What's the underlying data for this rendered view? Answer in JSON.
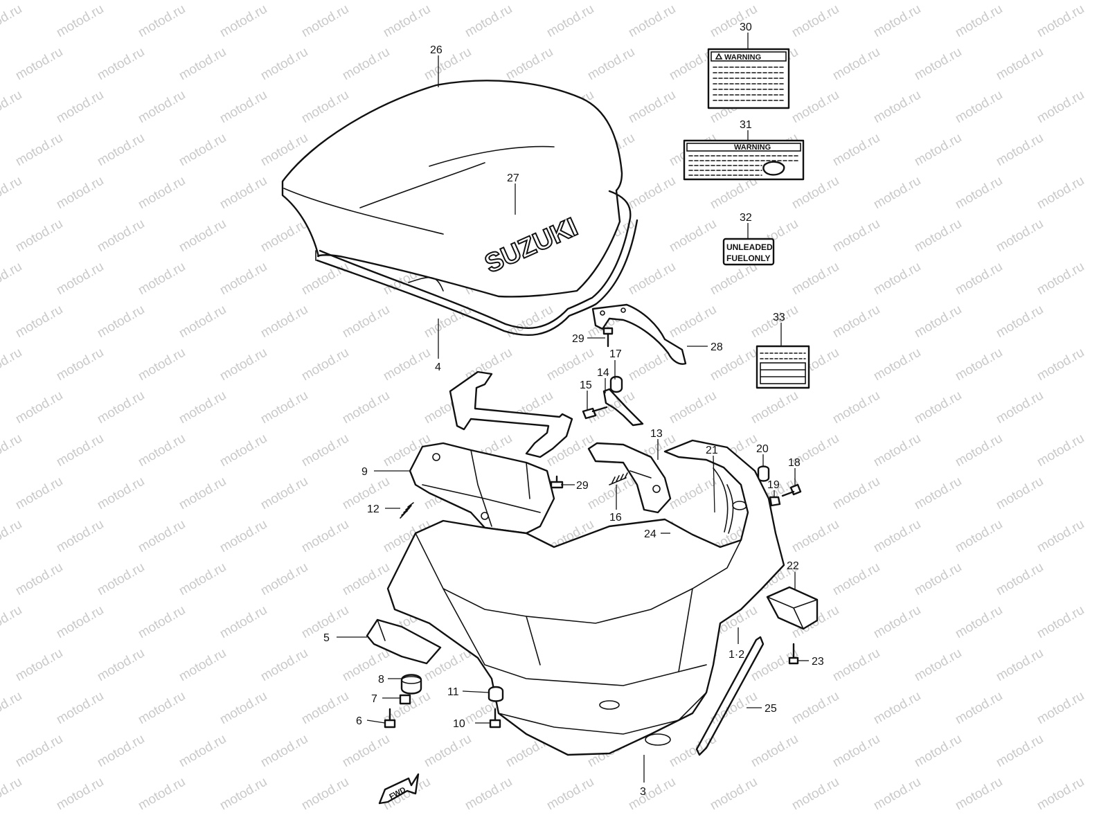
{
  "watermark": "motod.ru",
  "logo_text": "SUZUKI",
  "warning_text": "WARNING",
  "fuel_label": [
    "UNLEADED",
    "FUELONLY"
  ],
  "fwd_text": "FWD",
  "callouts": [
    {
      "id": "26",
      "label": "26"
    },
    {
      "id": "27",
      "label": "27"
    },
    {
      "id": "4",
      "label": "4"
    },
    {
      "id": "30",
      "label": "30"
    },
    {
      "id": "31",
      "label": "31"
    },
    {
      "id": "32",
      "label": "32"
    },
    {
      "id": "33",
      "label": "33"
    },
    {
      "id": "29a",
      "label": "29"
    },
    {
      "id": "28",
      "label": "28"
    },
    {
      "id": "17",
      "label": "17"
    },
    {
      "id": "14",
      "label": "14"
    },
    {
      "id": "15",
      "label": "15"
    },
    {
      "id": "13",
      "label": "13"
    },
    {
      "id": "21",
      "label": "21"
    },
    {
      "id": "20",
      "label": "20"
    },
    {
      "id": "18",
      "label": "18"
    },
    {
      "id": "19",
      "label": "19"
    },
    {
      "id": "9",
      "label": "9"
    },
    {
      "id": "29b",
      "label": "29"
    },
    {
      "id": "12",
      "label": "12"
    },
    {
      "id": "16",
      "label": "16"
    },
    {
      "id": "24",
      "label": "24"
    },
    {
      "id": "22",
      "label": "22"
    },
    {
      "id": "5",
      "label": "5"
    },
    {
      "id": "12b",
      "label": "1·2"
    },
    {
      "id": "23",
      "label": "23"
    },
    {
      "id": "8",
      "label": "8"
    },
    {
      "id": "11",
      "label": "11"
    },
    {
      "id": "7",
      "label": "7"
    },
    {
      "id": "25",
      "label": "25"
    },
    {
      "id": "6",
      "label": "6"
    },
    {
      "id": "10",
      "label": "10"
    },
    {
      "id": "3",
      "label": "3"
    }
  ]
}
